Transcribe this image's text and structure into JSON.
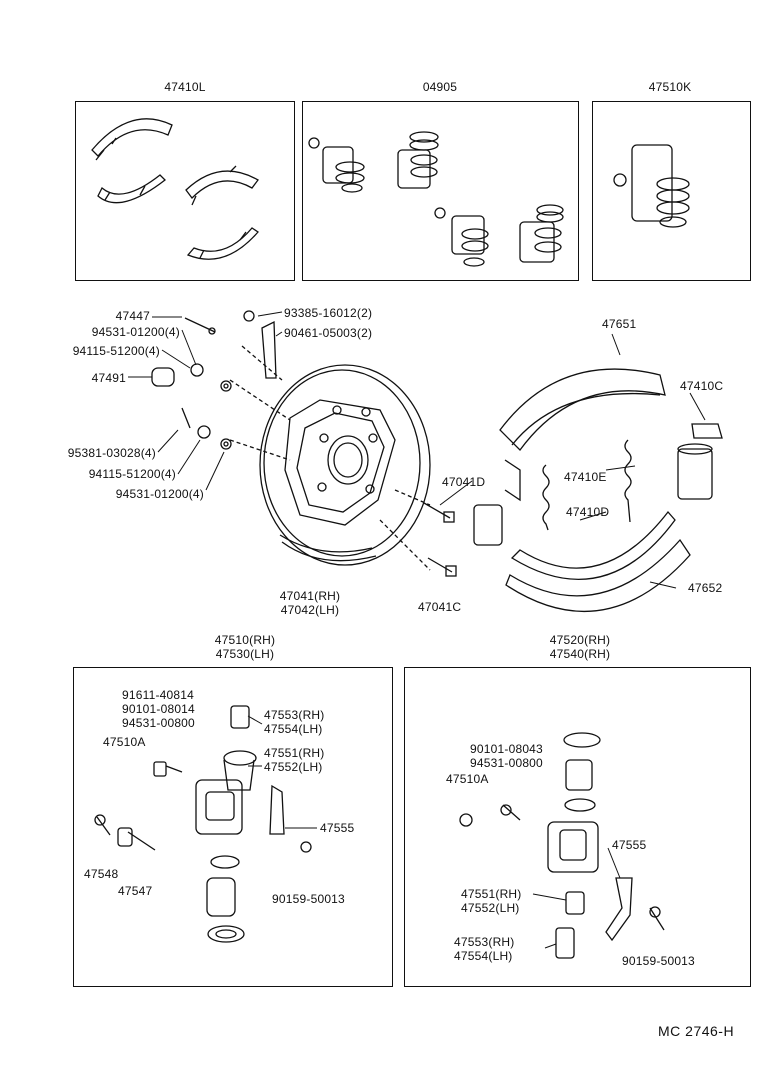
{
  "diagram_id": "MC 2746-H",
  "box_titles": {
    "shoe_kit": "47410L",
    "cup_kit": "04905",
    "cylinder_kit": "47510K",
    "left_cylinder": "47510(RH)\n47530(LH)",
    "right_cylinder": "47520(RH)\n47540(RH)"
  },
  "callouts": {
    "c47447": "47447",
    "c94531_4_top": "94531-01200(4)",
    "c94115_4_top": "94115-51200(4)",
    "c47491": "47491",
    "c95381": "95381-03028(4)",
    "c94115_4_bot": "94115-51200(4)",
    "c94531_4_bot": "94531-01200(4)",
    "c93385": "93385-16012(2)",
    "c90461": "90461-05003(2)",
    "c47041rh": "47041(RH)",
    "c47042lh": "47042(LH)",
    "c47041d": "47041D",
    "c47041c": "47041C",
    "c47651": "47651",
    "c47410c": "47410C",
    "c47410e": "47410E",
    "c47410d": "47410D",
    "c47652": "47652",
    "l91611": "91611-40814",
    "l90101": "90101-08014",
    "l94531": "94531-00800",
    "l47510a": "47510A",
    "l47553": "47553(RH)",
    "l47554": "47554(LH)",
    "l47551": "47551(RH)",
    "l47552": "47552(LH)",
    "l47555": "47555",
    "l47548": "47548",
    "l47547": "47547",
    "l90159": "90159-50013",
    "r90101": "90101-08043",
    "r94531": "94531-00800",
    "r47510a": "47510A",
    "r47555": "47555",
    "r47551": "47551(RH)",
    "r47552": "47552(LH)",
    "r47553": "47553(RH)",
    "r47554": "47554(LH)",
    "r90159": "90159-50013"
  }
}
